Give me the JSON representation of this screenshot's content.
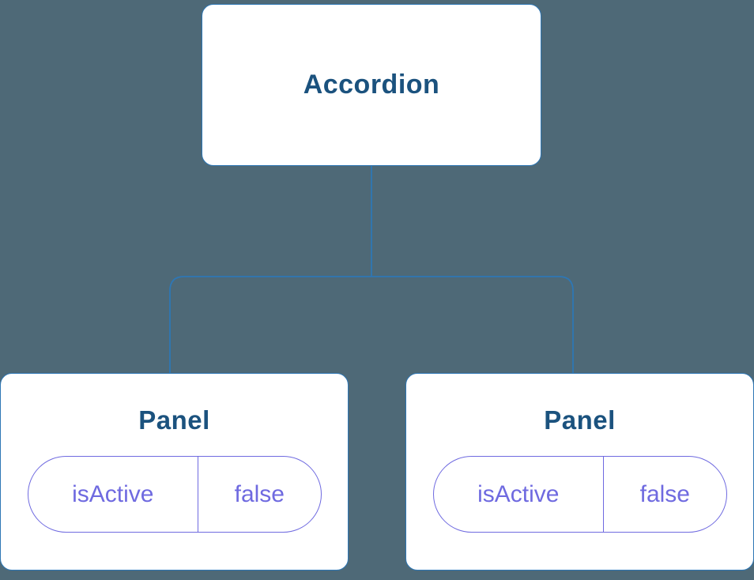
{
  "diagram": {
    "type": "component-tree",
    "colors": {
      "background": "#4e6977",
      "node_background": "#ffffff",
      "node_border": "#2e77b5",
      "node_text": "#1b527e",
      "pill_border": "#6f6ae0",
      "pill_text": "#6f6ae0",
      "connector": "#2e77b5"
    }
  },
  "nodes": {
    "root": {
      "label": "Accordion"
    },
    "panel_left": {
      "label": "Panel",
      "prop_name": "isActive",
      "prop_value": "false"
    },
    "panel_right": {
      "label": "Panel",
      "prop_name": "isActive",
      "prop_value": "false"
    }
  }
}
